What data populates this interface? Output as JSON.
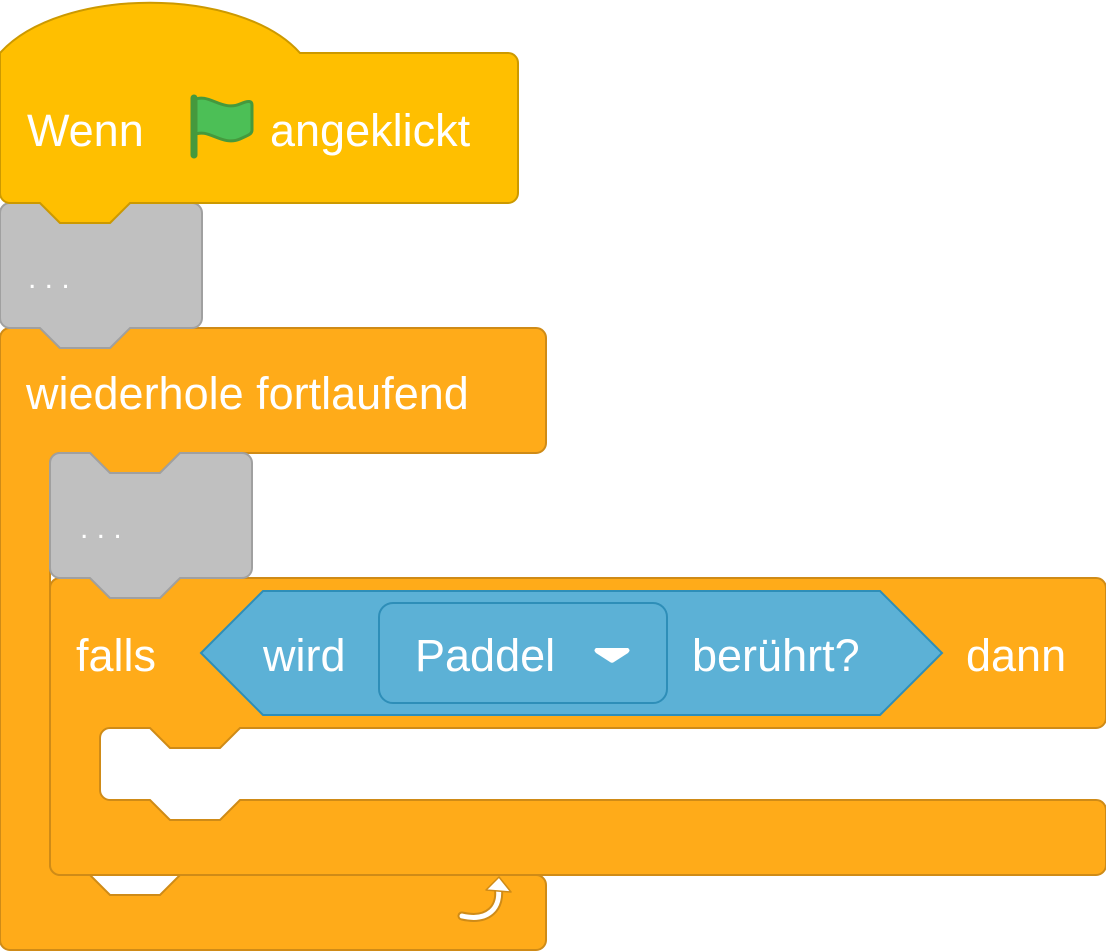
{
  "hat_block": {
    "label_before": "Wenn",
    "icon": "green-flag-icon",
    "label_after": "angeklickt",
    "color": "#FFBF00"
  },
  "placeholder_blocks": [
    {
      "label": ". . ."
    },
    {
      "label": ". . ."
    }
  ],
  "forever_block": {
    "label": "wiederhole fortlaufend",
    "icon": "loop-arrow-icon",
    "color": "#FFAB19"
  },
  "if_block": {
    "label_if": "falls",
    "label_then": "dann",
    "color": "#FFAB19",
    "condition": {
      "label_before": "wird",
      "dropdown_value": "Paddel",
      "dropdown_icon": "caret-down-icon",
      "label_after": "berührt?",
      "color": "#5CB1D6"
    }
  }
}
